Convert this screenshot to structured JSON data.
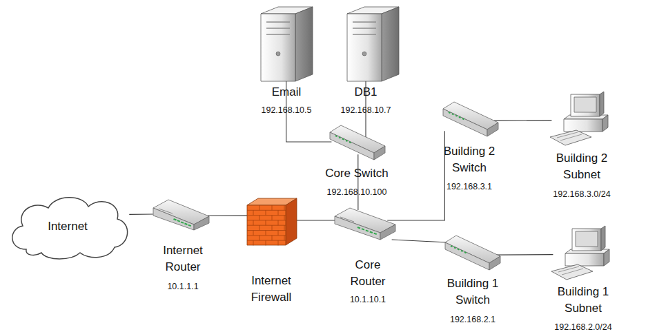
{
  "diagram": {
    "nodes": [
      {
        "text": [
          "Email",
          "192.168.10.5"
        ]
      },
      {
        "text": [
          "DB1",
          "192.168.10.7"
        ]
      },
      {
        "text": [
          "Core Switch",
          "192.168.10.100"
        ]
      },
      {
        "text": [
          "Building 2 Switch",
          "192.168.3.1"
        ]
      },
      {
        "text": [
          "Building 2 Subnet",
          "192.168.3.0/24"
        ]
      },
      {
        "text": [
          "Internet"
        ]
      },
      {
        "text": [
          "Internet Router",
          "10.1.1.1"
        ]
      },
      {
        "text": [
          "Internet Firewall"
        ]
      },
      {
        "text": [
          "Core Router",
          "10.1.10.1"
        ]
      },
      {
        "text": [
          "Building 1 Switch",
          "192.168.2.1"
        ]
      },
      {
        "text": [
          "Building 1 Subnet",
          "192.168.2.0/24"
        ]
      }
    ],
    "edges": [
      {
        "from": 5,
        "to": 6,
        "arrow": "none"
      },
      {
        "from": 6,
        "to": 7,
        "arrow": "none"
      },
      {
        "from": 7,
        "to": 8,
        "arrow": "none"
      },
      {
        "from": 8,
        "to": 2,
        "arrow": "none"
      },
      {
        "from": 2,
        "to": 0,
        "arrow": "none"
      },
      {
        "from": 2,
        "to": 1,
        "arrow": "none"
      },
      {
        "from": 8,
        "to": 3,
        "arrow": "none"
      },
      {
        "from": 3,
        "to": 4,
        "arrow": "none"
      },
      {
        "from": 8,
        "to": 9,
        "arrow": "none"
      },
      {
        "from": 9,
        "to": 10,
        "arrow": "none"
      }
    ]
  }
}
